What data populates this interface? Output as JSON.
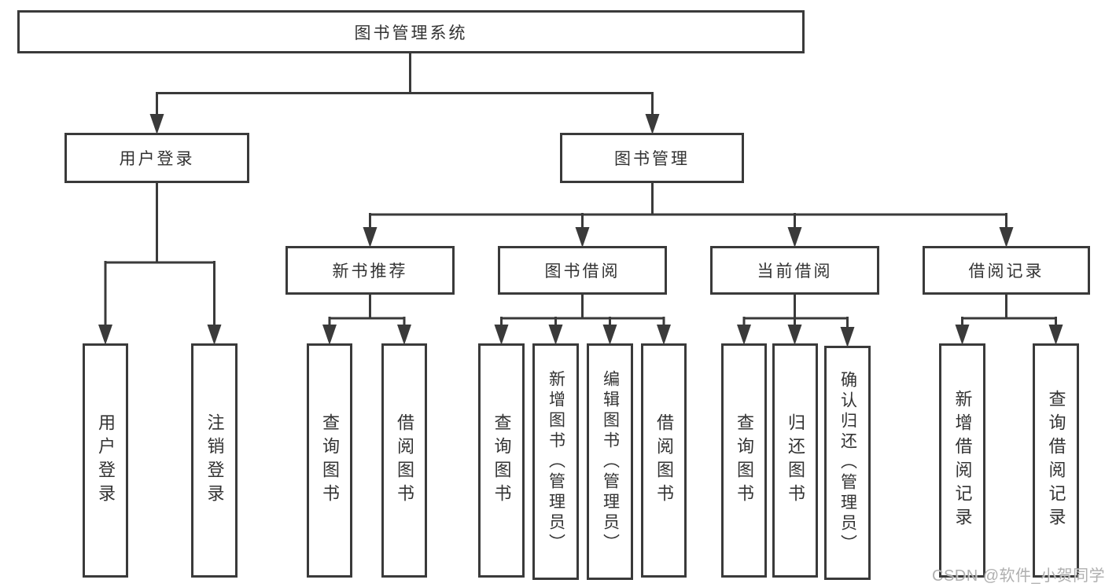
{
  "diagram": {
    "root": {
      "label": "图书管理系统"
    },
    "level2": [
      {
        "label": "用户登录"
      },
      {
        "label": "图书管理"
      }
    ],
    "level3": [
      {
        "label": "新书推荐"
      },
      {
        "label": "图书借阅"
      },
      {
        "label": "当前借阅"
      },
      {
        "label": "借阅记录"
      }
    ],
    "leaves": [
      {
        "label": "用户登录",
        "parent": "用户登录"
      },
      {
        "label": "注销登录",
        "parent": "用户登录"
      },
      {
        "label": "查询图书",
        "parent": "新书推荐"
      },
      {
        "label": "借阅图书",
        "parent": "新书推荐"
      },
      {
        "label": "查询图书",
        "parent": "图书借阅"
      },
      {
        "label": "新增图书（管理员）",
        "parent": "图书借阅"
      },
      {
        "label": "编辑图书（管理员）",
        "parent": "图书借阅"
      },
      {
        "label": "借阅图书",
        "parent": "图书借阅"
      },
      {
        "label": "查询图书",
        "parent": "当前借阅"
      },
      {
        "label": "归还图书",
        "parent": "当前借阅"
      },
      {
        "label": "确认归还（管理员）",
        "parent": "当前借阅"
      },
      {
        "label": "新增借阅记录",
        "parent": "借阅记录"
      },
      {
        "label": "查询借阅记录",
        "parent": "借阅记录"
      }
    ]
  },
  "watermark": {
    "text": "CSDN @软件_小贺同学"
  },
  "colors": {
    "line": "#3a3a3a",
    "text": "#333333",
    "background": "#ffffff",
    "watermark": "#a8a8a8"
  }
}
